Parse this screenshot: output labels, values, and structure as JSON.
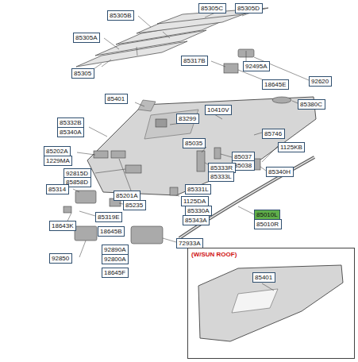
{
  "diagram": {
    "nodes": [
      {
        "text": [
          "85305C"
        ]
      },
      {
        "text": [
          "85305D"
        ]
      },
      {
        "text": [
          "85305B"
        ]
      },
      {
        "text": [
          "85305A"
        ]
      },
      {
        "text": [
          "85305"
        ]
      },
      {
        "text": [
          "85317B"
        ]
      },
      {
        "text": [
          "92495A"
        ]
      },
      {
        "text": [
          "92620"
        ]
      },
      {
        "text": [
          "18645E"
        ]
      },
      {
        "text": [
          "85380C"
        ]
      },
      {
        "text": [
          "85401"
        ]
      },
      {
        "text": [
          "10410V"
        ]
      },
      {
        "text": [
          "83299"
        ]
      },
      {
        "text": [
          "85746"
        ]
      },
      {
        "text": [
          "85332B"
        ]
      },
      {
        "text": [
          "85340A"
        ]
      },
      {
        "text": [
          "85035"
        ]
      },
      {
        "text": [
          "1125KB"
        ]
      },
      {
        "text": [
          "85037"
        ]
      },
      {
        "text": [
          "85038"
        ]
      },
      {
        "text": [
          "85202A"
        ]
      },
      {
        "text": [
          "1229MA"
        ]
      },
      {
        "text": [
          "85333R"
        ]
      },
      {
        "text": [
          "85333L"
        ]
      },
      {
        "text": [
          "85340H"
        ]
      },
      {
        "text": [
          "92815D"
        ]
      },
      {
        "text": [
          "85858D"
        ]
      },
      {
        "text": [
          "85314"
        ]
      },
      {
        "text": [
          "85201A"
        ]
      },
      {
        "text": [
          "85331L"
        ]
      },
      {
        "text": [
          "85319E"
        ]
      },
      {
        "text": [
          "85235"
        ]
      },
      {
        "text": [
          "1125DA"
        ]
      },
      {
        "text": [
          "85330A"
        ]
      },
      {
        "text": [
          "85343A"
        ]
      },
      {
        "text": [
          "18643K"
        ]
      },
      {
        "text": [
          "18645B"
        ]
      },
      {
        "text": [
          "92850"
        ]
      },
      {
        "text": [
          "92890A"
        ]
      },
      {
        "text": [
          "72933A"
        ]
      },
      {
        "text": [
          "92800A"
        ]
      },
      {
        "text": [
          "85010L"
        ]
      },
      {
        "text": [
          "85010R"
        ]
      },
      {
        "text": [
          "18645F"
        ]
      },
      {
        "text": [
          "(W/SUN ROOF)"
        ]
      },
      {
        "text": [
          "85401"
        ],
        "in": 44
      }
    ]
  }
}
